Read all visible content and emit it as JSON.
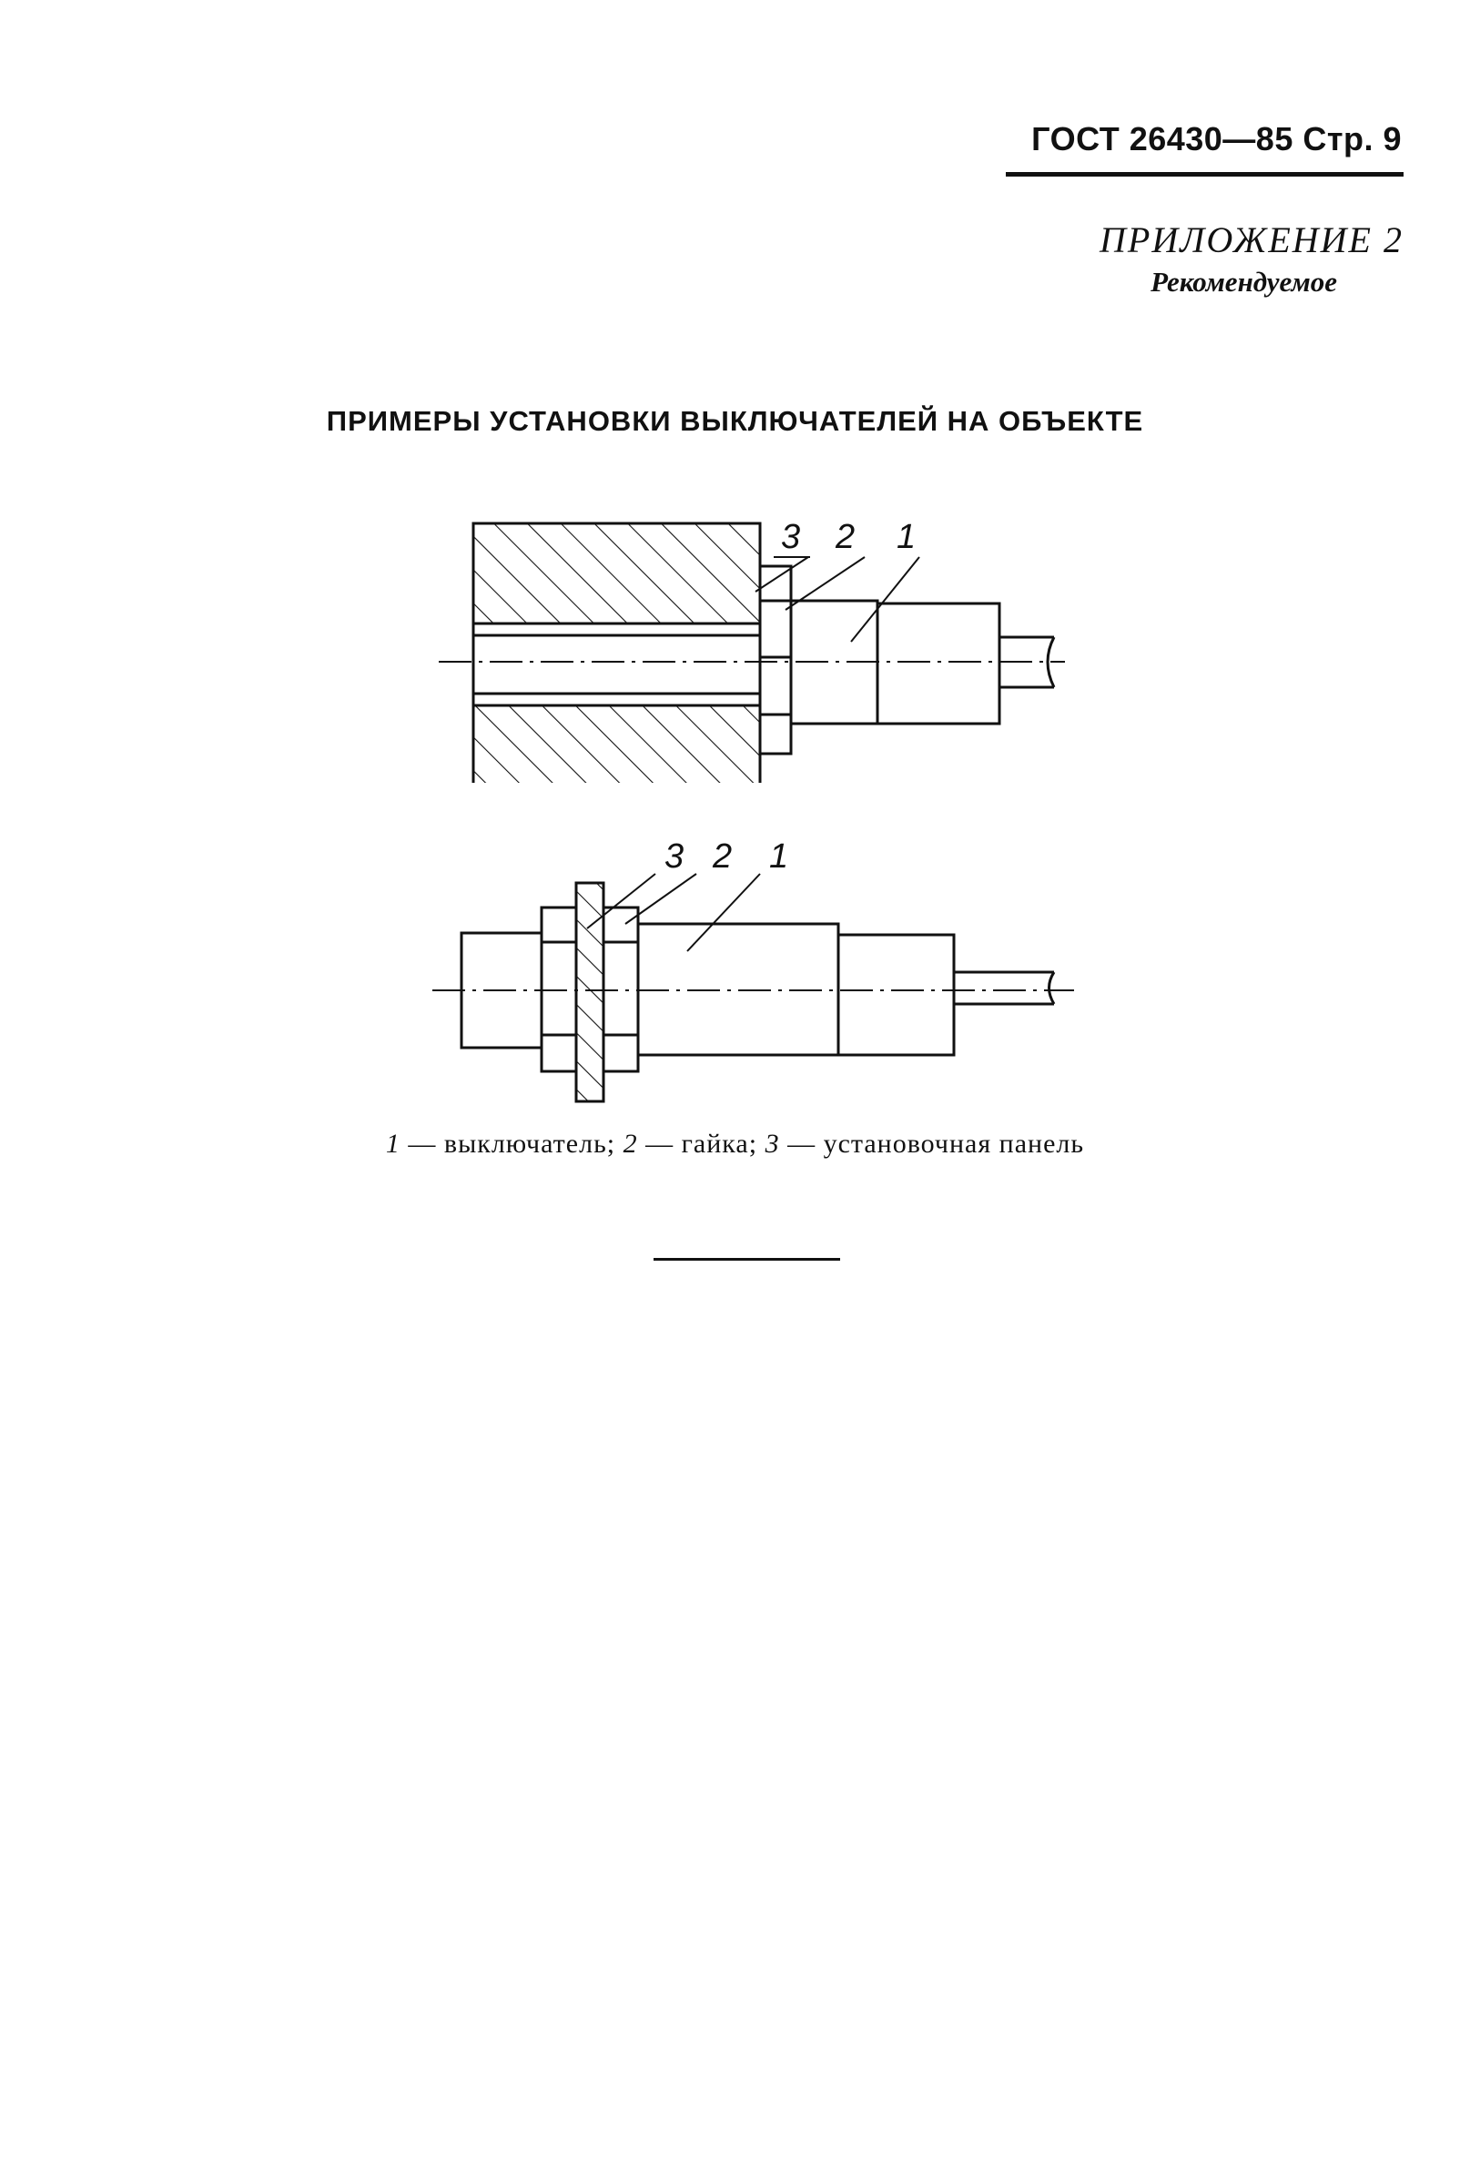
{
  "header": {
    "text": "ГОСТ 26430—85 Стр. 9"
  },
  "appendix": {
    "title": "ПРИЛОЖЕНИЕ 2",
    "subtitle": "Рекомендуемое"
  },
  "section_title": "ПРИМЕРЫ УСТАНОВКИ ВЫКЛЮЧАТЕЛЕЙ НА ОБЪЕКТЕ",
  "figure1": {
    "label_3": "3",
    "label_2": "2",
    "label_1": "1"
  },
  "figure2": {
    "label_3": "3",
    "label_2": "2",
    "label_1": "1"
  },
  "legend": {
    "items": [
      {
        "num": "1",
        "text": "— выключатель;"
      },
      {
        "num": "2",
        "text": "— гайка;"
      },
      {
        "num": "3",
        "text": "— установочная панель"
      }
    ]
  }
}
